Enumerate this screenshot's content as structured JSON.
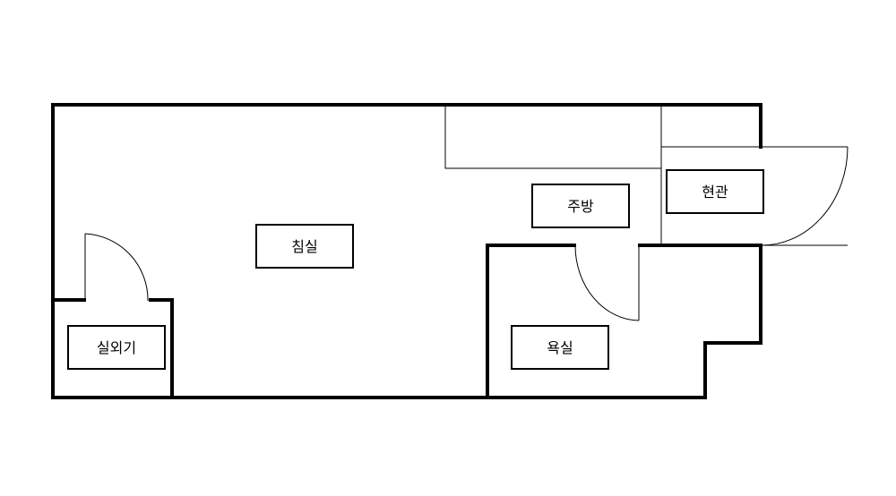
{
  "floorplan": {
    "rooms": {
      "bedroom": "침실",
      "kitchen": "주방",
      "entrance": "현관",
      "bathroom": "욕실",
      "outdoor_unit": "실외기"
    }
  },
  "colors": {
    "wall": "#000000",
    "background": "#ffffff"
  }
}
